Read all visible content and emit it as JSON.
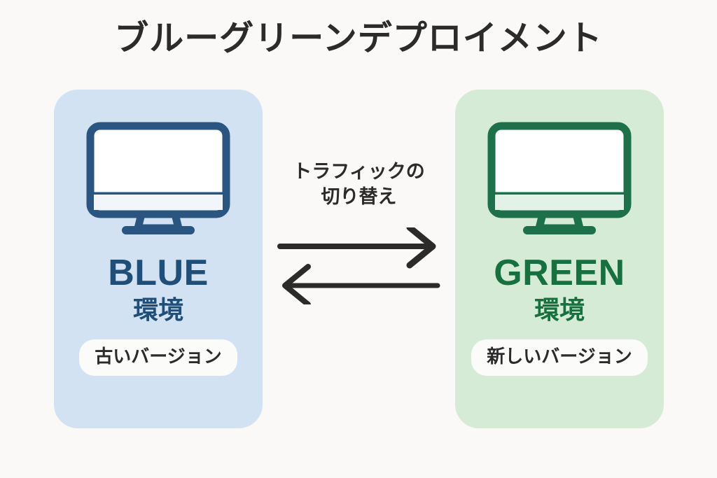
{
  "page": {
    "title": "ブルーグリーンデプロイメント",
    "background_color": "#faf9f7"
  },
  "colors": {
    "blue_card_bg": "#d3e2f2",
    "blue_accent": "#1f4e79",
    "green_card_bg": "#d5ebd6",
    "green_accent": "#17703f",
    "pill_bg": "#fbfbfa",
    "text_dark": "#2b2b2b",
    "arrow": "#2b2b2b"
  },
  "environments": [
    {
      "id": "blue",
      "icon": "monitor-icon",
      "name": "BLUE",
      "subtitle": "環境",
      "version_label": "古いバージョン",
      "accent": "#1f4e79",
      "background": "#d3e2f2"
    },
    {
      "id": "green",
      "icon": "monitor-icon",
      "name": "GREEN",
      "subtitle": "環境",
      "version_label": "新しいバージョン",
      "accent": "#17703f",
      "background": "#d5ebd6"
    }
  ],
  "traffic": {
    "label_line1": "トラフィックの",
    "label_line2": "切り替え",
    "arrows": [
      {
        "direction": "right",
        "name": "arrow-right"
      },
      {
        "direction": "left",
        "name": "arrow-left"
      }
    ]
  }
}
